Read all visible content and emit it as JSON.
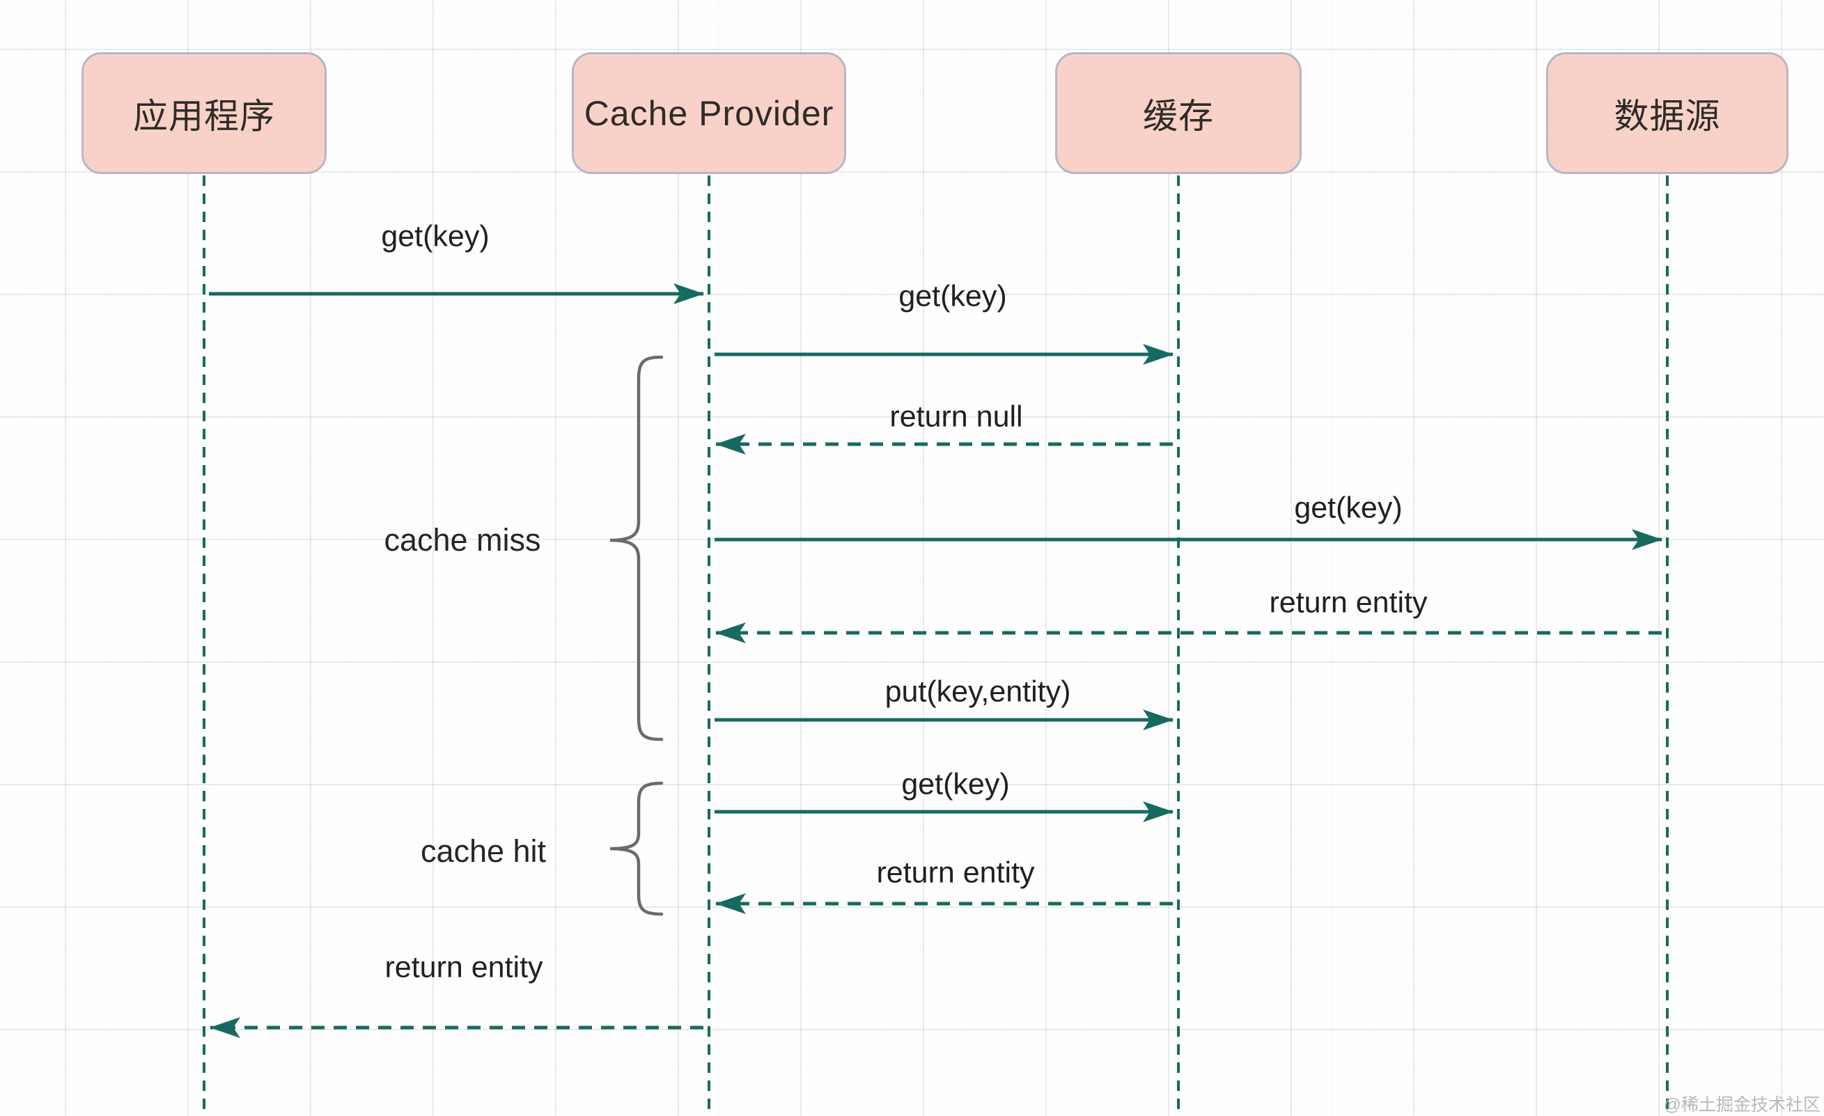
{
  "diagram": {
    "actors": [
      {
        "id": "application",
        "label": "应用程序"
      },
      {
        "id": "cache-provider",
        "label": "Cache Provider"
      },
      {
        "id": "cache",
        "label": "缓存"
      },
      {
        "id": "data-source",
        "label": "数据源"
      }
    ],
    "messages": [
      {
        "from": "application",
        "to": "cache-provider",
        "label": "get(key)",
        "style": "solid"
      },
      {
        "from": "cache-provider",
        "to": "cache",
        "label": "get(key)",
        "style": "solid"
      },
      {
        "from": "cache",
        "to": "cache-provider",
        "label": "return null",
        "style": "dashed"
      },
      {
        "from": "cache-provider",
        "to": "data-source",
        "label": "get(key)",
        "style": "solid"
      },
      {
        "from": "data-source",
        "to": "cache-provider",
        "label": "return entity",
        "style": "dashed"
      },
      {
        "from": "cache-provider",
        "to": "cache",
        "label": "put(key,entity)",
        "style": "solid"
      },
      {
        "from": "cache-provider",
        "to": "cache",
        "label": "get(key)",
        "style": "solid"
      },
      {
        "from": "cache",
        "to": "cache-provider",
        "label": "return entity",
        "style": "dashed"
      },
      {
        "from": "cache-provider",
        "to": "application",
        "label": "return entity",
        "style": "dashed"
      }
    ],
    "groups": [
      {
        "label": "cache miss"
      },
      {
        "label": "cache hit"
      }
    ],
    "colors": {
      "actor_fill": "#f8d2c8",
      "actor_border": "#b8b5c8",
      "line_teal": "#176a5f",
      "brace_gray": "#6a6a6a",
      "label_text": "#202020",
      "watermark_gray": "#b8b8b8"
    },
    "watermark": "@稀土掘金技术社区"
  }
}
